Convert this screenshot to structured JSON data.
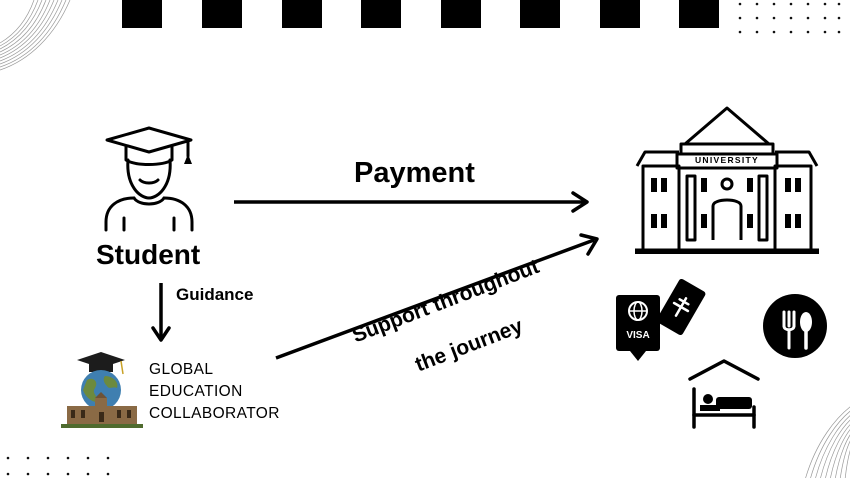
{
  "diagram": {
    "student_label": "Student",
    "payment_label": "Payment",
    "guidance_label": "Guidance",
    "support_line1": "Support throughout",
    "support_line2": "the journey",
    "collaborator": {
      "line1": "GLOBAL",
      "line2": "EDUCATION",
      "line3": "COLLABORATOR"
    },
    "university_sign": "UNIVERSITY",
    "visa_text": "VISA"
  },
  "icons": [
    "graduate-student-icon",
    "university-building-icon",
    "passport-visa-icon",
    "boarding-pass-icon",
    "restaurant-icon",
    "accommodation-bed-icon",
    "globe-logo-icon"
  ],
  "colors": {
    "ink": "#000000",
    "background": "#ffffff",
    "globe_ocean": "#3f7fb0",
    "globe_land": "#6c8a3e",
    "cap": "#1c1c1c"
  }
}
